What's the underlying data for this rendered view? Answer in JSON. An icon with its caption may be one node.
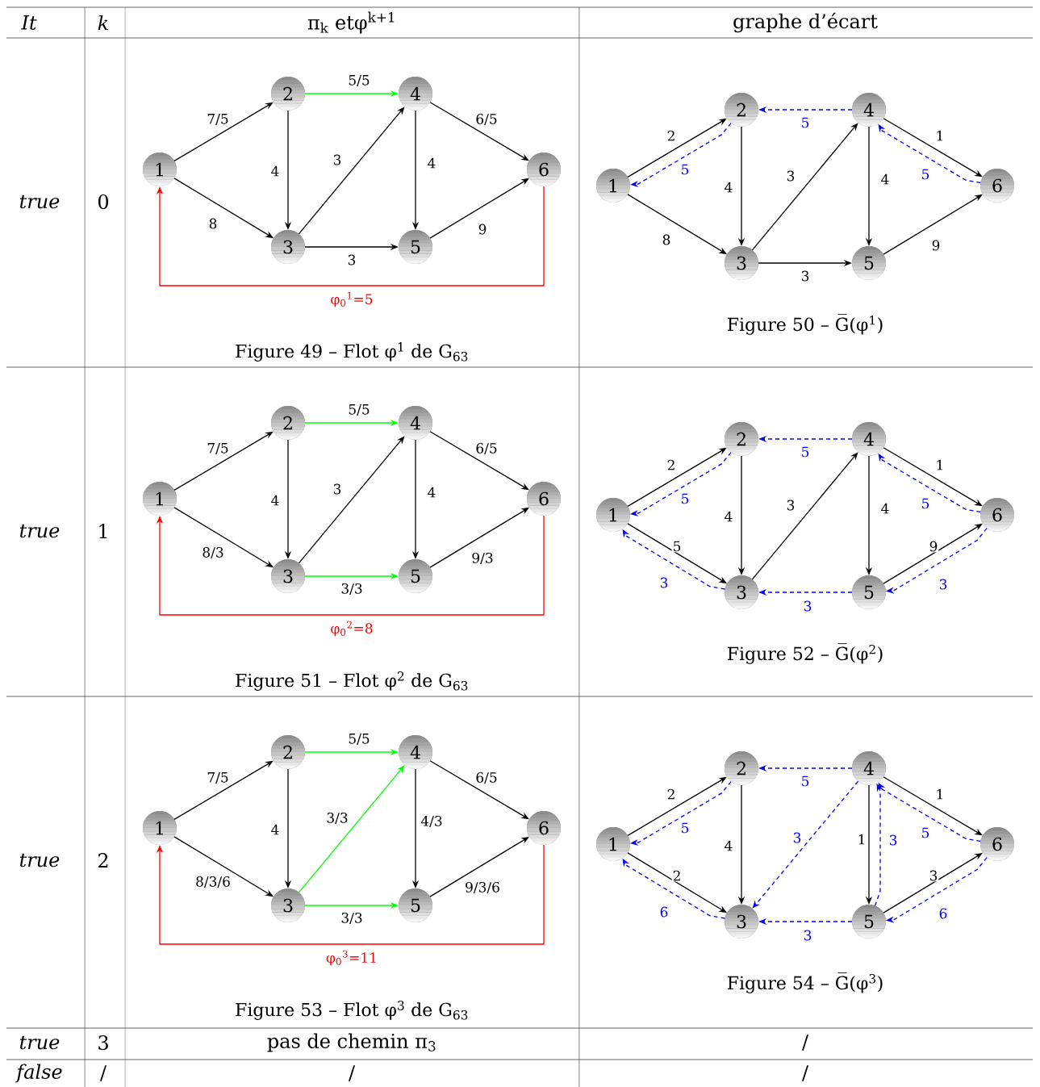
{
  "diagram": {
    "nodes": [
      {
        "text": [
          "1"
        ]
      },
      {
        "text": [
          "2"
        ]
      },
      {
        "text": [
          "3"
        ]
      },
      {
        "text": [
          "4"
        ]
      },
      {
        "text": [
          "5"
        ]
      },
      {
        "text": [
          "6"
        ]
      },
      {
        "text": [
          "1"
        ]
      },
      {
        "text": [
          "2"
        ]
      },
      {
        "text": [
          "3"
        ]
      },
      {
        "text": [
          "4"
        ]
      },
      {
        "text": [
          "5"
        ]
      },
      {
        "text": [
          "6"
        ]
      },
      {
        "text": [
          "1"
        ]
      },
      {
        "text": [
          "2"
        ]
      },
      {
        "text": [
          "3"
        ]
      },
      {
        "text": [
          "4"
        ]
      },
      {
        "text": [
          "5"
        ]
      },
      {
        "text": [
          "6"
        ]
      },
      {
        "text": [
          "1"
        ]
      },
      {
        "text": [
          "2"
        ]
      },
      {
        "text": [
          "3"
        ]
      },
      {
        "text": [
          "4"
        ]
      },
      {
        "text": [
          "5"
        ]
      },
      {
        "text": [
          "6"
        ]
      },
      {
        "text": [
          "1"
        ]
      },
      {
        "text": [
          "2"
        ]
      },
      {
        "text": [
          "3"
        ]
      },
      {
        "text": [
          "4"
        ]
      },
      {
        "text": [
          "5"
        ]
      },
      {
        "text": [
          "6"
        ]
      },
      {
        "text": [
          "1"
        ]
      },
      {
        "text": [
          "2"
        ]
      },
      {
        "text": [
          "3"
        ]
      },
      {
        "text": [
          "4"
        ]
      },
      {
        "text": [
          "5"
        ]
      },
      {
        "text": [
          "6"
        ]
      }
    ],
    "edges": [
      {
        "from": 0,
        "to": 1,
        "arrow": "to",
        "label": "7/5"
      },
      {
        "from": 0,
        "to": 2,
        "arrow": "to",
        "label": "8"
      },
      {
        "from": 1,
        "to": 2,
        "arrow": "to",
        "label": "4"
      },
      {
        "from": 1,
        "to": 3,
        "arrow": "to",
        "label": "5/5",
        "color": "#00ff00"
      },
      {
        "from": 2,
        "to": 3,
        "arrow": "to",
        "label": "3"
      },
      {
        "from": 2,
        "to": 4,
        "arrow": "to",
        "label": "3"
      },
      {
        "from": 3,
        "to": 4,
        "arrow": "to",
        "label": "4"
      },
      {
        "from": 3,
        "to": 5,
        "arrow": "to",
        "label": "6/5"
      },
      {
        "from": 4,
        "to": 5,
        "arrow": "to",
        "label": "9"
      },
      {
        "from": 5,
        "to": 0,
        "arrow": "to",
        "label": "φ$_{0}$$^{1}$=5",
        "color": "#ff0000"
      },
      {
        "from": 6,
        "to": 7,
        "arrow": "to",
        "label": "2"
      },
      {
        "from": 6,
        "to": 8,
        "arrow": "to",
        "label": "8"
      },
      {
        "from": 7,
        "to": 8,
        "arrow": "to",
        "label": "4"
      },
      {
        "from": 8,
        "to": 9,
        "arrow": "to",
        "label": "3"
      },
      {
        "from": 8,
        "to": 10,
        "arrow": "to",
        "label": "3"
      },
      {
        "from": 9,
        "to": 10,
        "arrow": "to",
        "label": "4"
      },
      {
        "from": 9,
        "to": 11,
        "arrow": "to",
        "label": "1"
      },
      {
        "from": 10,
        "to": 11,
        "arrow": "to",
        "label": "9"
      },
      {
        "from": 9,
        "to": 7,
        "arrow": "to",
        "label": "5",
        "style": "dashed",
        "color": "#0000ff"
      },
      {
        "from": 7,
        "to": 6,
        "arrow": "to",
        "label": "5",
        "style": "dashed",
        "color": "#0000ff"
      },
      {
        "from": 11,
        "to": 9,
        "arrow": "to",
        "label": "5",
        "style": "dashed",
        "color": "#0000ff"
      },
      {
        "from": 12,
        "to": 13,
        "arrow": "to",
        "label": "7/5"
      },
      {
        "from": 12,
        "to": 14,
        "arrow": "to",
        "label": "8/3"
      },
      {
        "from": 13,
        "to": 14,
        "arrow": "to",
        "label": "4"
      },
      {
        "from": 13,
        "to": 15,
        "arrow": "to",
        "label": "5/5",
        "color": "#00ff00"
      },
      {
        "from": 14,
        "to": 15,
        "arrow": "to",
        "label": "3"
      },
      {
        "from": 14,
        "to": 16,
        "arrow": "to",
        "label": "3/3",
        "color": "#00ff00"
      },
      {
        "from": 15,
        "to": 16,
        "arrow": "to",
        "label": "4"
      },
      {
        "from": 15,
        "to": 17,
        "arrow": "to",
        "label": "6/5"
      },
      {
        "from": 16,
        "to": 17,
        "arrow": "to",
        "label": "9/3"
      },
      {
        "from": 17,
        "to": 12,
        "arrow": "to",
        "label": "φ$_{0}$$^{2}$=8",
        "color": "#ff0000"
      },
      {
        "from": 18,
        "to": 19,
        "arrow": "to",
        "label": "2"
      },
      {
        "from": 18,
        "to": 20,
        "arrow": "to",
        "label": "5"
      },
      {
        "from": 19,
        "to": 20,
        "arrow": "to",
        "label": "4"
      },
      {
        "from": 20,
        "to": 21,
        "arrow": "to",
        "label": "3"
      },
      {
        "from": 21,
        "to": 22,
        "arrow": "to",
        "label": "4"
      },
      {
        "from": 21,
        "to": 23,
        "arrow": "to",
        "label": "1"
      },
      {
        "from": 22,
        "to": 23,
        "arrow": "to",
        "label": "9"
      },
      {
        "from": 21,
        "to": 19,
        "arrow": "to",
        "label": "5",
        "style": "dashed",
        "color": "#0000ff"
      },
      {
        "from": 19,
        "to": 18,
        "arrow": "to",
        "label": "5",
        "style": "dashed",
        "color": "#0000ff"
      },
      {
        "from": 20,
        "to": 18,
        "arrow": "to",
        "label": "3",
        "style": "dashed",
        "color": "#0000ff"
      },
      {
        "from": 22,
        "to": 20,
        "arrow": "to",
        "label": "3",
        "style": "dashed",
        "color": "#0000ff"
      },
      {
        "from": 23,
        "to": 21,
        "arrow": "to",
        "label": "5",
        "style": "dashed",
        "color": "#0000ff"
      },
      {
        "from": 23,
        "to": 22,
        "arrow": "to",
        "label": "3",
        "style": "dashed",
        "color": "#0000ff"
      },
      {
        "from": 24,
        "to": 25,
        "arrow": "to",
        "label": "7/5"
      },
      {
        "from": 24,
        "to": 26,
        "arrow": "to",
        "label": "8/3/6"
      },
      {
        "from": 25,
        "to": 26,
        "arrow": "to",
        "label": "4"
      },
      {
        "from": 25,
        "to": 27,
        "arrow": "to",
        "label": "5/5",
        "color": "#00ff00"
      },
      {
        "from": 26,
        "to": 27,
        "arrow": "to",
        "label": "3/3",
        "color": "#00ff00"
      },
      {
        "from": 26,
        "to": 28,
        "arrow": "to",
        "label": "3/3",
        "color": "#00ff00"
      },
      {
        "from": 27,
        "to": 28,
        "arrow": "to",
        "label": "4/3"
      },
      {
        "from": 27,
        "to": 29,
        "arrow": "to",
        "label": "6/5"
      },
      {
        "from": 28,
        "to": 29,
        "arrow": "to",
        "label": "9/3/6"
      },
      {
        "from": 29,
        "to": 24,
        "arrow": "to",
        "label": "φ$_{0}$$^{3}$=11",
        "color": "#ff0000"
      },
      {
        "from": 30,
        "to": 31,
        "arrow": "to",
        "label": "2"
      },
      {
        "from": 30,
        "to": 32,
        "arrow": "to",
        "label": "2"
      },
      {
        "from": 31,
        "to": 32,
        "arrow": "to",
        "label": "4"
      },
      {
        "from": 33,
        "to": 34,
        "arrow": "to",
        "label": "1"
      },
      {
        "from": 33,
        "to": 35,
        "arrow": "to",
        "label": "1"
      },
      {
        "from": 34,
        "to": 35,
        "arrow": "to",
        "label": "3"
      },
      {
        "from": 33,
        "to": 31,
        "arrow": "to",
        "label": "5",
        "style": "dashed",
        "color": "#0000ff"
      },
      {
        "from": 31,
        "to": 30,
        "arrow": "to",
        "label": "5",
        "style": "dashed",
        "color": "#0000ff"
      },
      {
        "from": 32,
        "to": 30,
        "arrow": "to",
        "label": "6",
        "style": "dashed",
        "color": "#0000ff"
      },
      {
        "from": 33,
        "to": 32,
        "arrow": "to",
        "label": "3",
        "style": "dashed",
        "color": "#0000ff"
      },
      {
        "from": 34,
        "to": 32,
        "arrow": "to",
        "label": "3",
        "style": "dashed",
        "color": "#0000ff"
      },
      {
        "from": 34,
        "to": 33,
        "arrow": "to",
        "label": "3",
        "style": "dashed",
        "color": "#0000ff"
      },
      {
        "from": 35,
        "to": 33,
        "arrow": "to",
        "label": "5",
        "style": "dashed",
        "color": "#0000ff"
      },
      {
        "from": 35,
        "to": 34,
        "arrow": "to",
        "label": "6",
        "style": "dashed",
        "color": "#0000ff"
      }
    ],
    "labels": [
      "It",
      "k",
      "π$_{k}$ etφ$^{k+1}$",
      "graphe d’écart",
      "true",
      "0",
      "Figure 49 – Flot φ$^{1}$ de G$_{63}$",
      "Figure 50 – G̅(φ$^{1}$)",
      "true",
      "1",
      "Figure 51 – Flot φ$^{2}$ de G$_{63}$",
      "Figure 52 – G̅(φ$^{2}$)",
      "true",
      "2",
      "Figure 53 – Flot φ$^{3}$ de G$_{63}$",
      "Figure 54 – G̅(φ$^{3}$)",
      "true",
      "3",
      "pas de chemin π$_{3}$",
      "/",
      "false",
      "/",
      "/",
      "/"
    ]
  }
}
